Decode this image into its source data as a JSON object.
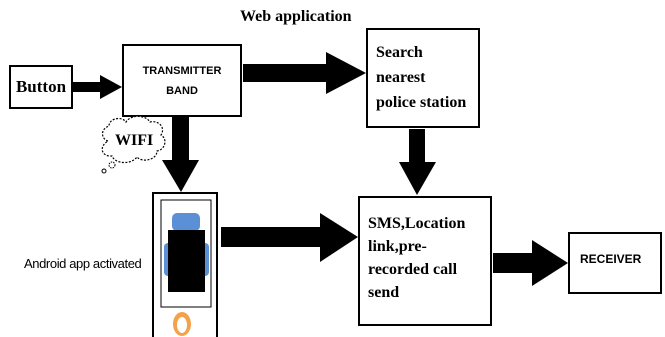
{
  "diagram": {
    "top_label": "Web application",
    "nodes": {
      "button": "Button",
      "transmitter_line1": "TRANSMITTER",
      "transmitter_line2": "BAND",
      "search_line1": "Search",
      "search_line2": "nearest",
      "search_line3": "police station",
      "sms_line1": "SMS,Location",
      "sms_line2": "link,pre-",
      "sms_line3": "recorded call",
      "sms_line4": "send",
      "receiver": "RECEIVER"
    },
    "wifi_label": "WIFI",
    "android_label": "Android app activated"
  },
  "colors": {
    "line": "#000000",
    "phone_blue": "#5b8fd6",
    "phone_orange": "#f4a24a"
  },
  "icons": [
    "cloud-icon",
    "phone-icon",
    "arrow-right-icon",
    "arrow-down-icon"
  ]
}
